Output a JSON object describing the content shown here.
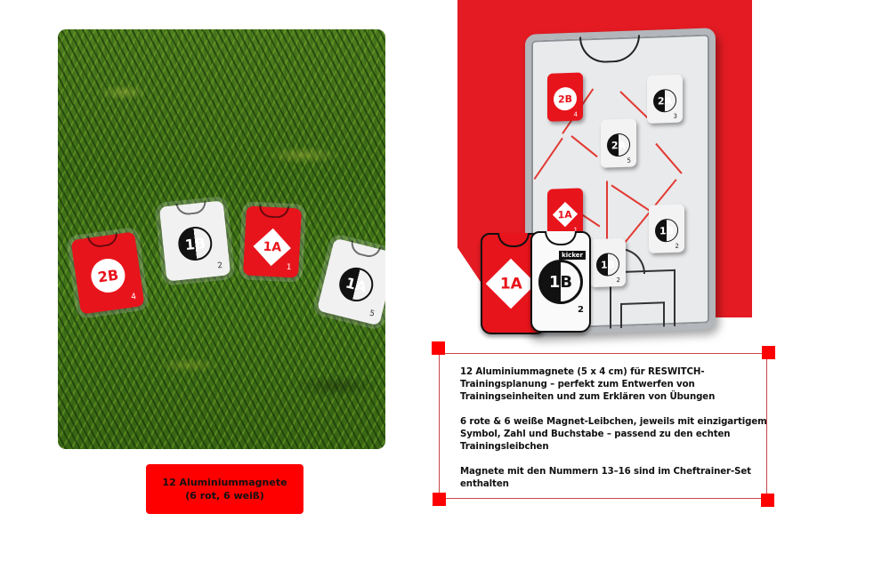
{
  "photo": {
    "alt": "Magnets lying on grass",
    "magnets": [
      {
        "color": "red",
        "label": "2B",
        "number": "4",
        "symbol": "circle"
      },
      {
        "color": "white",
        "label": "1B",
        "number": "2",
        "symbol": "circle"
      },
      {
        "color": "red",
        "label": "1A",
        "number": "1",
        "symbol": "diamond"
      },
      {
        "color": "white",
        "label": "1A",
        "number": "5",
        "symbol": "circle"
      }
    ]
  },
  "caption": {
    "line1": "12 Aluminiummagnete",
    "line2": "(6 rot, 6 weiß)",
    "color": "#ff0000"
  },
  "board": {
    "magnets": [
      {
        "color": "red",
        "label": "2B",
        "number": "4"
      },
      {
        "color": "white",
        "label": "2A",
        "number": "3"
      },
      {
        "color": "white",
        "label": "2A",
        "number": "5"
      },
      {
        "color": "red",
        "label": "1A",
        "number": "1"
      },
      {
        "color": "white",
        "label": "1B",
        "number": "2"
      },
      {
        "color": "white",
        "label": "1B",
        "number": "2"
      }
    ],
    "bibs": [
      {
        "color": "red",
        "label": "1A"
      },
      {
        "color": "white",
        "label": "1B",
        "number": "2",
        "sponsor": "kicker"
      }
    ],
    "accent": "#e51b23"
  },
  "info": {
    "paragraphs": [
      "12 Aluminiummagnete (5 x 4 cm) für RESWITCH-Trainingsplanung – perfekt zum Entwerfen von Trainingseinheiten und zum Erklären von Übungen",
      "6 rote & 6 weiße Magnet-Leibchen, jeweils mit einzigartigem Symbol, Zahl und Buchstabe – passend zu den echten Trainingsleibchen",
      "Magnete mit den Nummern 13–16 sind im Cheftrainer-Set enthalten"
    ]
  }
}
